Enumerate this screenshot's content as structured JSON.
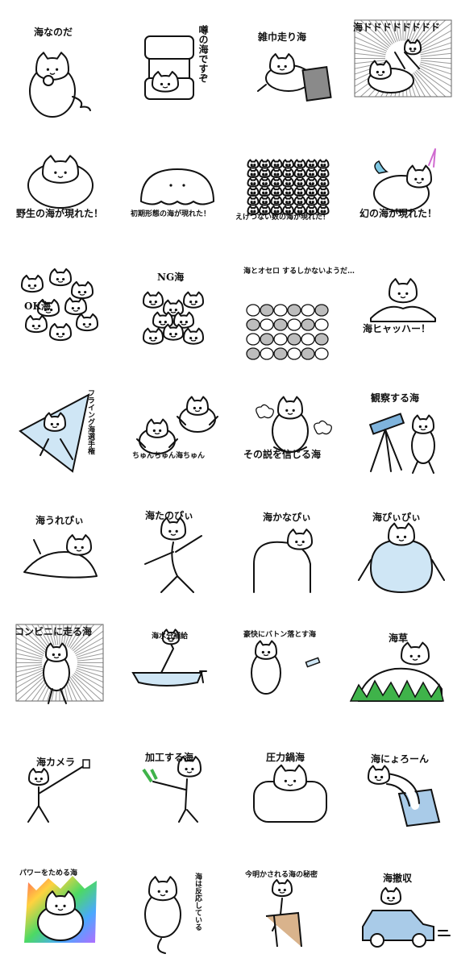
{
  "stickers": [
    {
      "caption": "海なのだ"
    },
    {
      "caption": "噂の海ですぞ"
    },
    {
      "caption": "雑巾走り海"
    },
    {
      "caption": "海ドドドドドドドド"
    },
    {
      "caption": "野生の海が現れた！"
    },
    {
      "caption": "初期形態の海が現れた！"
    },
    {
      "caption": "えげつない数の海が現れた！"
    },
    {
      "caption": "幻の海が現れた！"
    },
    {
      "caption": "OK海"
    },
    {
      "caption": "NG海"
    },
    {
      "caption": "海とオセロ するしかないようだ…"
    },
    {
      "caption": "海ヒャッハー！"
    },
    {
      "caption": "フライング海選手権"
    },
    {
      "caption": "ちゅんちゅん海ちゅん"
    },
    {
      "caption": "その説を信じる海"
    },
    {
      "caption": "観察する海"
    },
    {
      "caption": "海うれぴぃ"
    },
    {
      "caption": "海たのぴぃ"
    },
    {
      "caption": "海かなぴぃ"
    },
    {
      "caption": "海ぴぃぴぃ"
    },
    {
      "caption": "コンビニに走る海"
    },
    {
      "caption": "海水分補給"
    },
    {
      "caption": "豪快にバトン落とす海"
    },
    {
      "caption": "海草"
    },
    {
      "caption": "海カメラ"
    },
    {
      "caption": "加工する海"
    },
    {
      "caption": "圧力鍋海"
    },
    {
      "caption": "海にょろーん"
    },
    {
      "caption": "パワーをためる海"
    },
    {
      "caption": "海は反応している"
    },
    {
      "caption": "今明かされる海の秘密"
    },
    {
      "caption": "海撤収"
    }
  ],
  "colors": {
    "line": "#111111",
    "water_blue": "#cfe6f5",
    "grass_green": "#3fb34a",
    "box_blue": "#a9cbe8",
    "car_blue": "#a9cbe8",
    "rag_gray": "#8a8a8a",
    "othello_gray": "#bdbdbd"
  }
}
